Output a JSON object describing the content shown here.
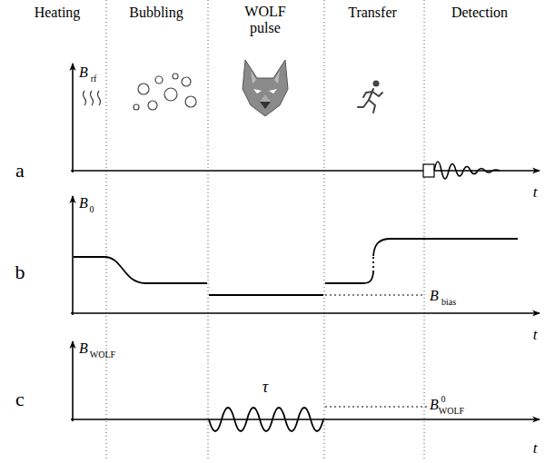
{
  "diagram": {
    "labels": [
      "Heating",
      "Bubbling",
      "WOLF pulse",
      "Transfer",
      "Detection",
      "a",
      "B",
      "rf",
      "t",
      "b",
      "B",
      "0",
      "B",
      "bias",
      "t",
      "c",
      "B",
      "WOLF",
      "τ",
      "B",
      "0",
      "WOLF",
      "t"
    ]
  }
}
